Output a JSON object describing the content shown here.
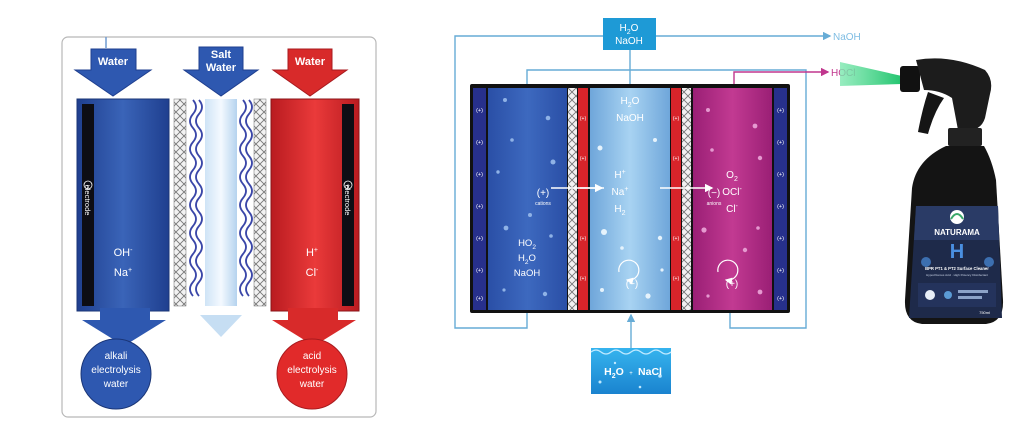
{
  "left_diagram": {
    "inlet_left": "Water",
    "inlet_middle_line1": "Salt",
    "inlet_middle_line2": "Water",
    "inlet_right": "Water",
    "electrode_label": "electrode",
    "cathode_sign": "−",
    "anode_sign": "+",
    "ions_left_1": "OH-",
    "ions_left_2": "Na+",
    "ions_right_1": "H+",
    "ions_right_2": "Cl-",
    "outlet_left": [
      "alkali",
      "electrolysis",
      "water"
    ],
    "outlet_right": [
      "acid",
      "electrolysis",
      "water"
    ]
  },
  "right_diagram": {
    "top_box_line1": "H2O",
    "top_box_line2": "NaOH",
    "out_naoh": "NaOH",
    "out_hocl": "HOCl",
    "cathode_chamber": {
      "cations_sign": "(+)",
      "cations_label": "cations",
      "products": [
        "HO2",
        "H2O",
        "NaOH"
      ]
    },
    "middle_chamber": {
      "top": [
        "H2O",
        "NaOH"
      ],
      "ions": [
        "H+",
        "Na+",
        "H2"
      ],
      "electrode_sign": "(−)"
    },
    "anode_chamber": {
      "anions_sign": "(−)",
      "anions_label": "anions",
      "products": [
        "O2",
        "OCl-",
        "Cl-"
      ],
      "electrode_sign": "(+)"
    },
    "plate_sign": "(+)",
    "membrane_sign": "(+)",
    "feed_line1": "H2O",
    "feed_line2": "NaCl"
  },
  "product": {
    "brand": "NATURAMA",
    "letter": "H",
    "line1": "BPR PT1 & PT2 Surface Cleaner",
    "line2": "Hypochlorous Acid · High Potency Disinfectant",
    "volume": "750ml"
  },
  "colors": {
    "blue_cell": "#2f54a8",
    "red_cell": "#d8242a",
    "magenta_cell": "#b4287f",
    "light_blue": "#9fd0ef",
    "pipe": "#67acd6",
    "green_spray": "#2fd17c"
  }
}
